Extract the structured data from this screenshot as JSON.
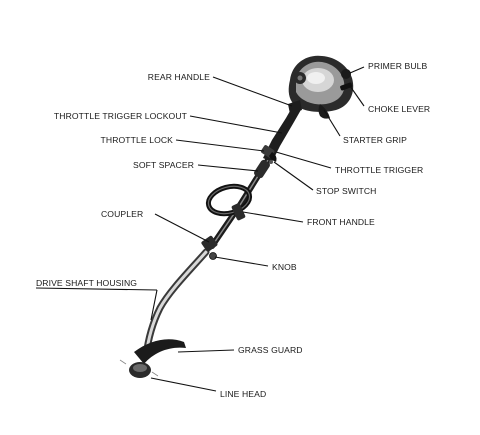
{
  "labels": {
    "rear_handle": "REAR HANDLE",
    "throttle_trigger_lockout": "THROTTLE TRIGGER LOCKOUT",
    "throttle_lock": "THROTTLE LOCK",
    "soft_spacer": "SOFT SPACER",
    "coupler": "COUPLER",
    "drive_shaft_housing": "DRIVE SHAFT HOUSING",
    "primer_bulb": "PRIMER BULB",
    "choke_lever": "CHOKE LEVER",
    "starter_grip": "STARTER GRIP",
    "throttle_trigger": "THROTTLE TRIGGER",
    "stop_switch": "STOP SWITCH",
    "front_handle": "FRONT HANDLE",
    "knob": "KNOB",
    "grass_guard": "GRASS GUARD",
    "line_head": "LINE HEAD"
  }
}
